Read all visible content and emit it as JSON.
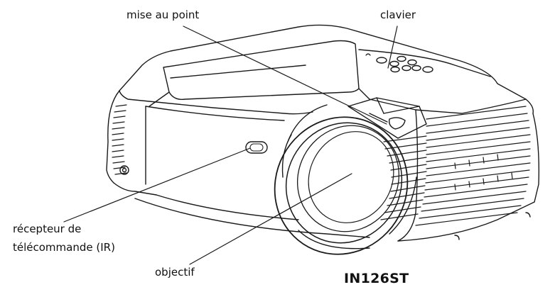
{
  "labels": {
    "focus": "mise au point",
    "keypad": "clavier",
    "ir_receiver_line1": "récepteur de",
    "ir_receiver_line2": "télécommande (IR)",
    "lens": "objectif"
  },
  "model": "IN126ST"
}
